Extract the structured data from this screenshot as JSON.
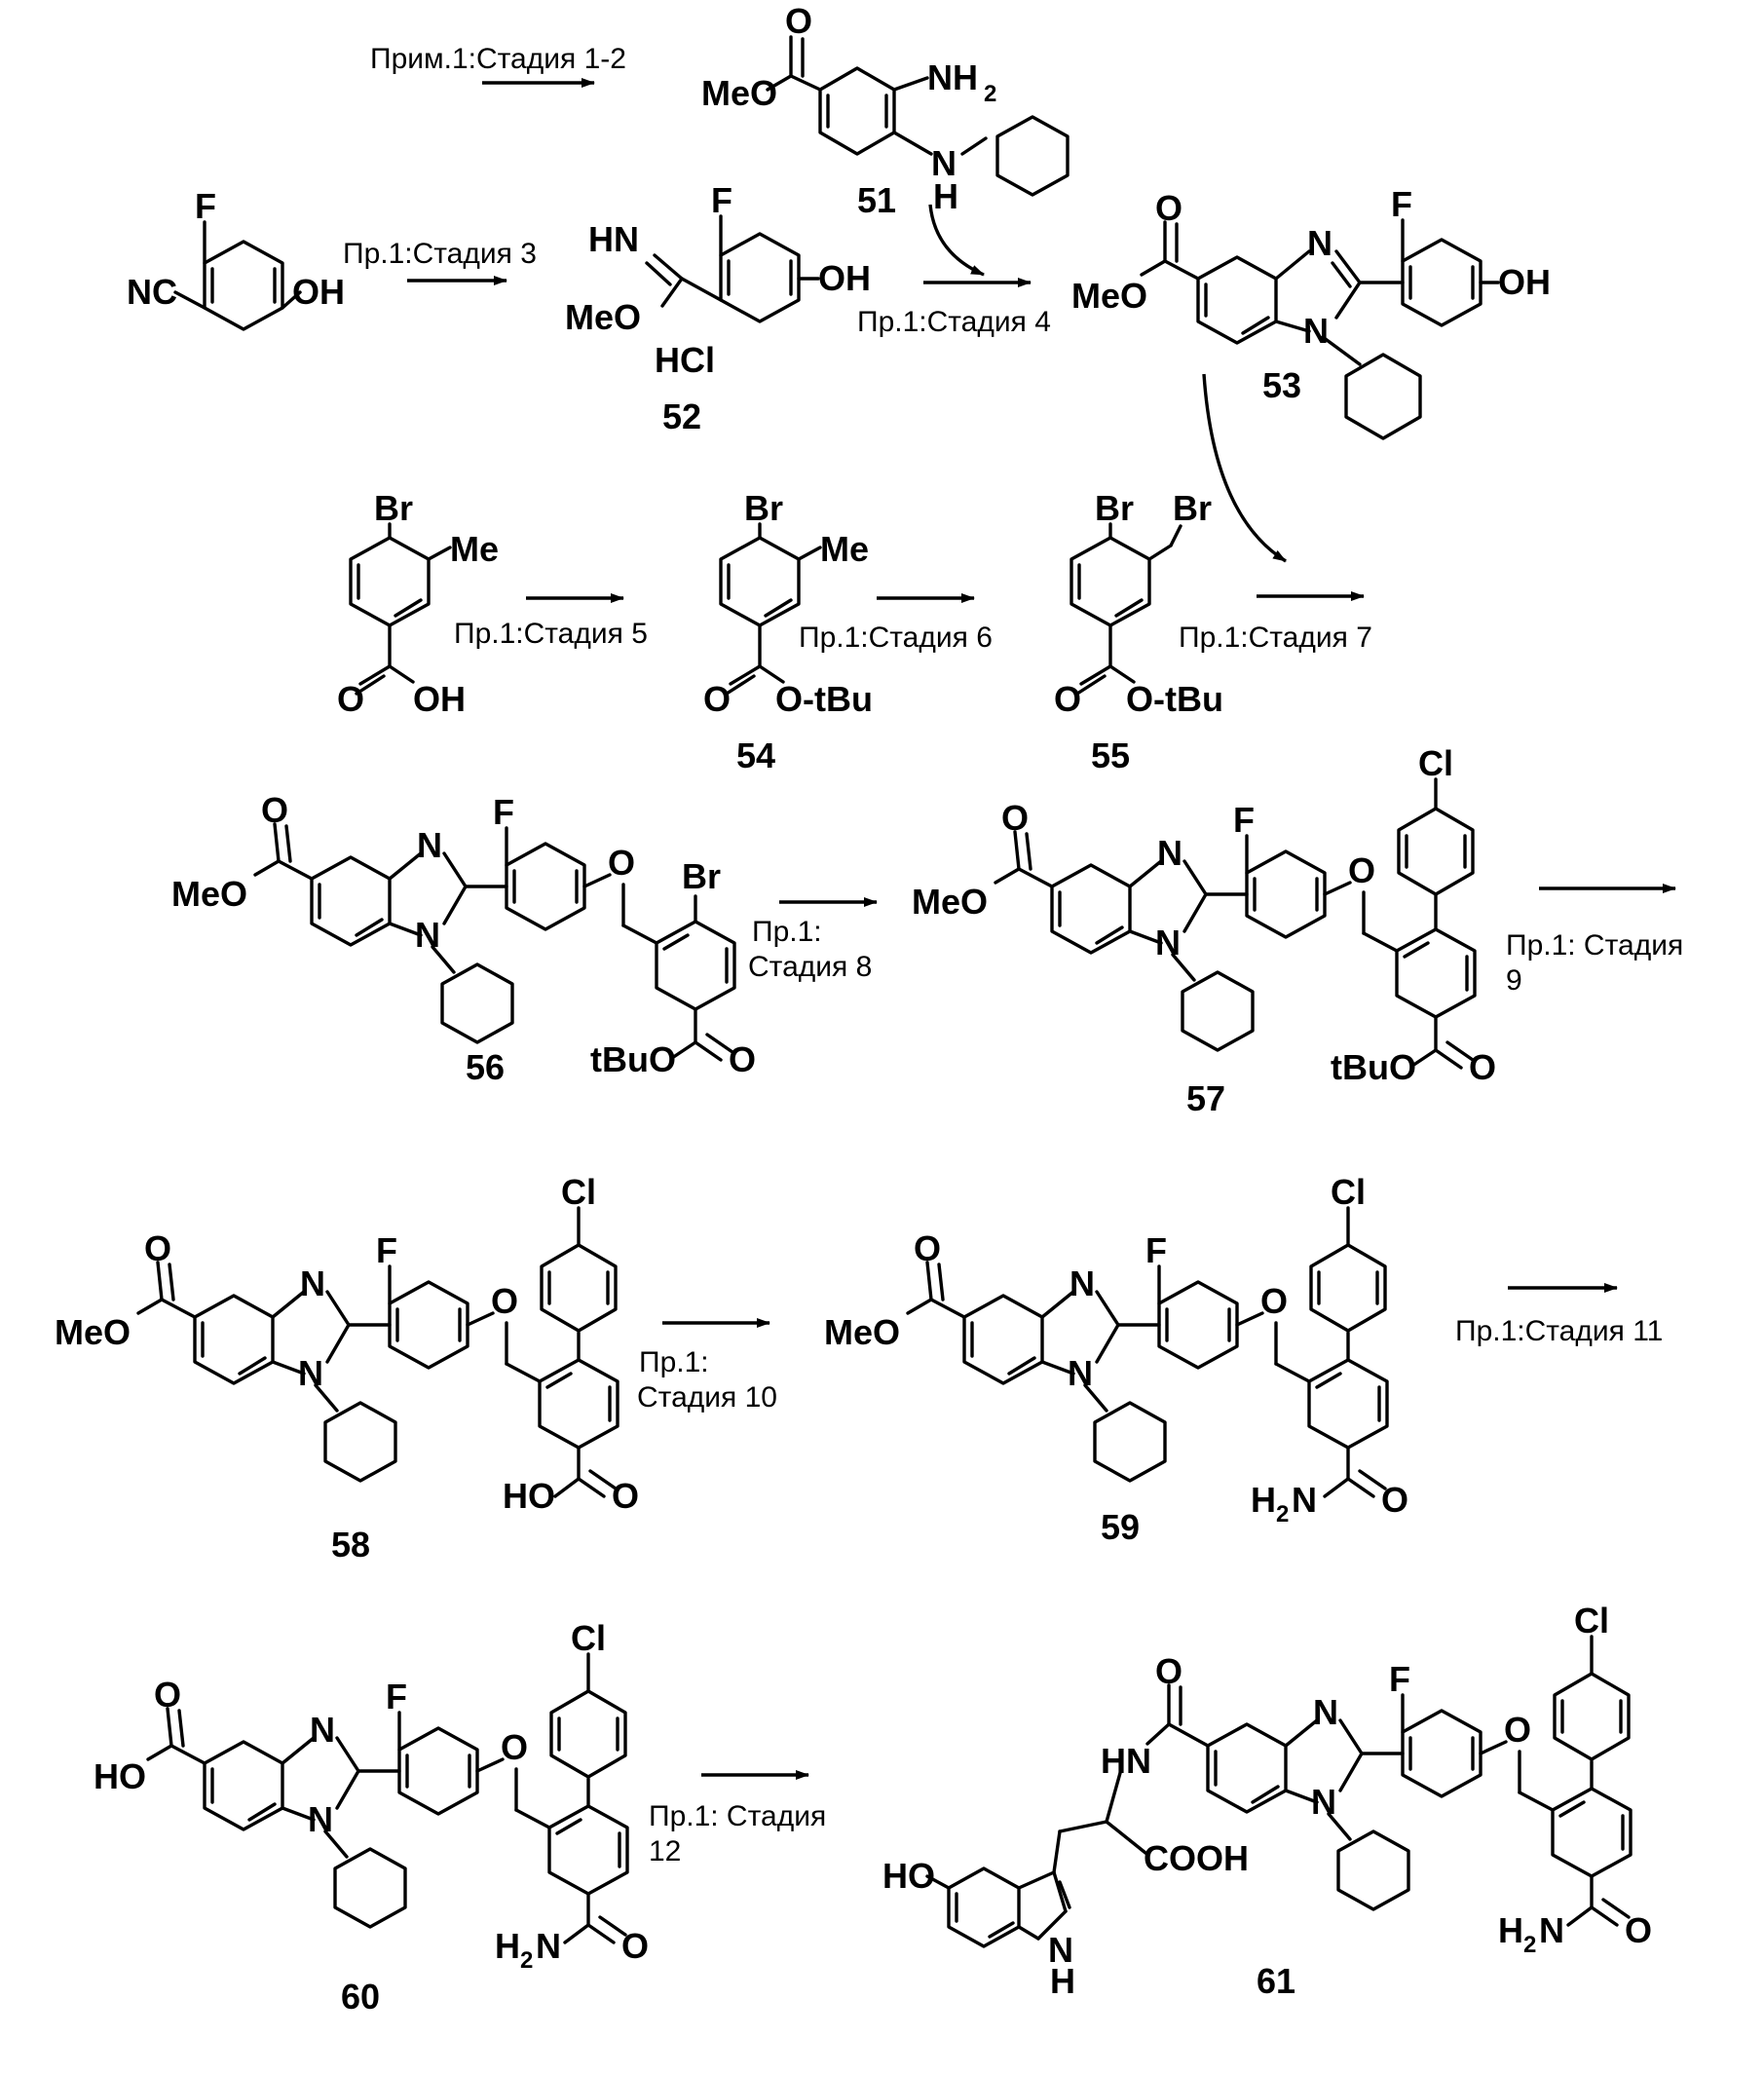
{
  "steps": {
    "s12": "Прим.1:Стадия 1-2",
    "s3": "Пр.1:Стадия 3",
    "s4": "Пр.1:Стадия 4",
    "s5": "Пр.1:Стадия 5",
    "s6": "Пр.1:Стадия 6",
    "s7": "Пр.1:Стадия 7",
    "s8a": "Пр.1:",
    "s8b": "Стадия 8",
    "s9a": "Пр.1: Стадия",
    "s9b": "9",
    "s10a": "Пр.1:",
    "s10b": "Стадия 10",
    "s11": "Пр.1:Стадия 11",
    "s12a": "Пр.1: Стадия",
    "s12b": "12"
  },
  "compounds": {
    "c51": "51",
    "c52": "52",
    "c53": "53",
    "c54": "54",
    "c55": "55",
    "c56": "56",
    "c57": "57",
    "c58": "58",
    "c59": "59",
    "c60": "60",
    "c61": "61"
  },
  "labels": {
    "meo": "MeO",
    "nh2": "NH",
    "two": "2",
    "n": "N",
    "h": "H",
    "f": "F",
    "oh": "OH",
    "nc": "NC",
    "hn": "HN",
    "hcl": "HCl",
    "br": "Br",
    "me": "Me",
    "o": "O",
    "otbu": "O-tBu",
    "tbuo": "tBuO",
    "cl": "Cl",
    "ho": "HO",
    "h2n": "H",
    "cooh": "COOH"
  }
}
